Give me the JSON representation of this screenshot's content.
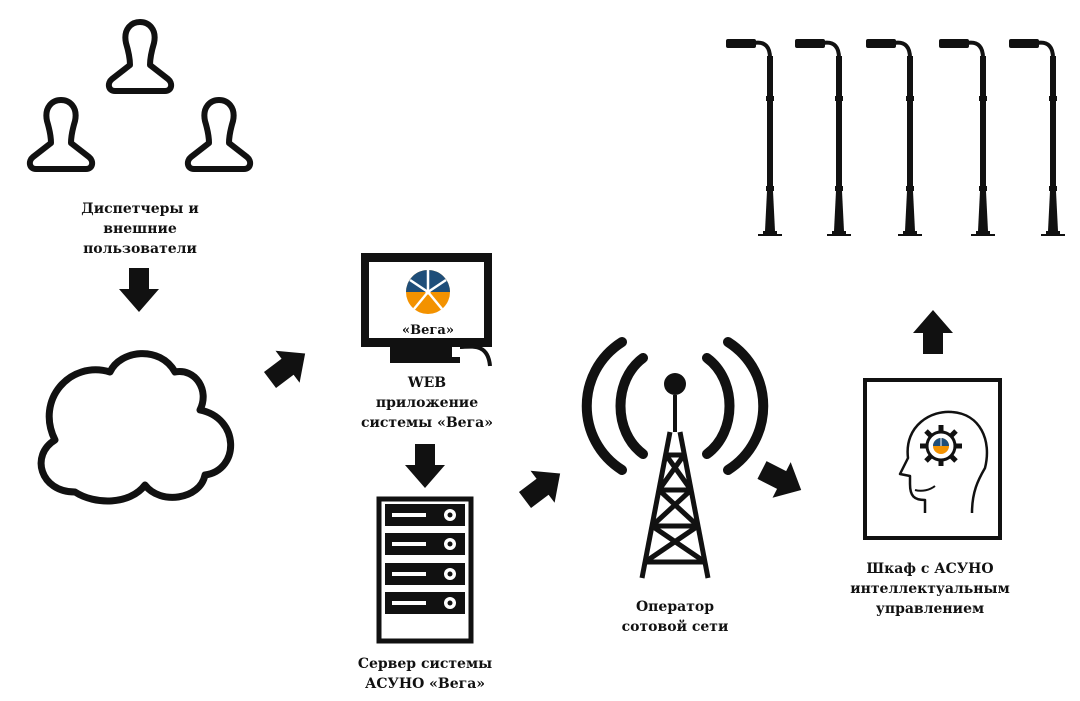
{
  "nodes": {
    "users": {
      "label": "Диспетчеры и\nвнешние\nпользователи",
      "icon": "users-icon"
    },
    "cloud": {
      "icon": "cloud-icon"
    },
    "web_app": {
      "label": "WEB\nприложение\nсистемы «Вега»",
      "screen_text": "«Вега»",
      "icon": "monitor-icon"
    },
    "server": {
      "label": "Сервер системы\nАСУНО «Вега»",
      "icon": "server-rack-icon"
    },
    "operator": {
      "label": "Оператор\nсотовой сети",
      "icon": "cell-tower-icon"
    },
    "cabinet": {
      "label": "Шкаф с АСУНО\nинтеллектуальным\nуправлением",
      "icon": "ai-head-icon"
    },
    "street_lights": {
      "icon": "street-light-icon"
    }
  },
  "colors": {
    "stroke": "#111111",
    "logo_blue": "#1f4e79",
    "logo_orange": "#f39200"
  }
}
